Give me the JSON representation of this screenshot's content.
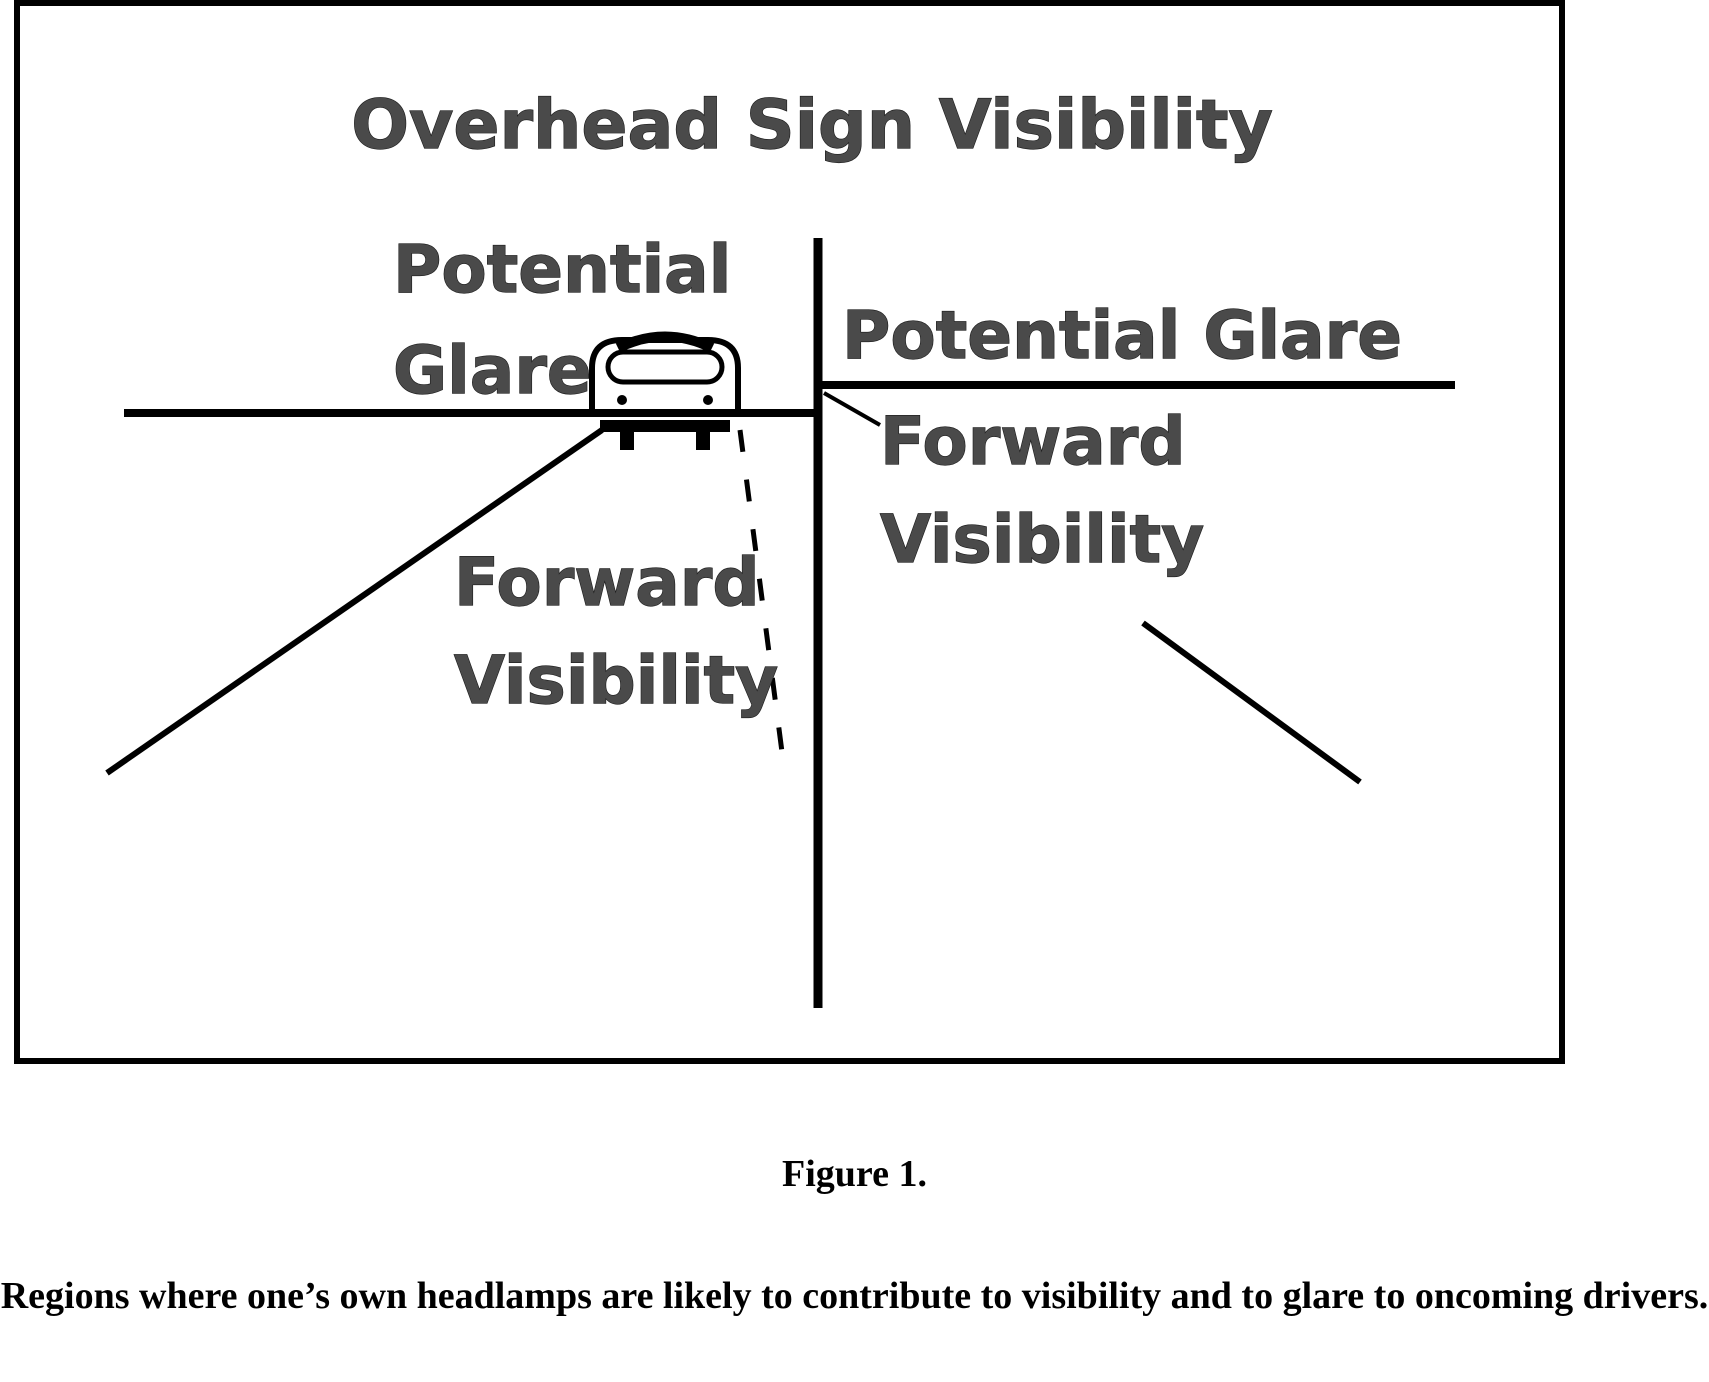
{
  "diagram": {
    "title": "Overhead Sign Visibility",
    "labels": {
      "left_glare_line1": "Potential",
      "left_glare_line2": "Glare",
      "right_glare": "Potential Glare",
      "left_forward_line1": "Forward",
      "left_forward_line2": "Visibility",
      "right_forward_line1": "Forward",
      "right_forward_line2": "Visibility"
    },
    "colors": {
      "frame": "#000000",
      "lines": "#000000",
      "label_text": "#4a4a4a"
    },
    "icons": [
      "car-icon"
    ]
  },
  "figure": {
    "label": "Figure 1.",
    "caption": "Regions where one’s own headlamps are likely to contribute to visibility and to glare to oncoming drivers."
  }
}
